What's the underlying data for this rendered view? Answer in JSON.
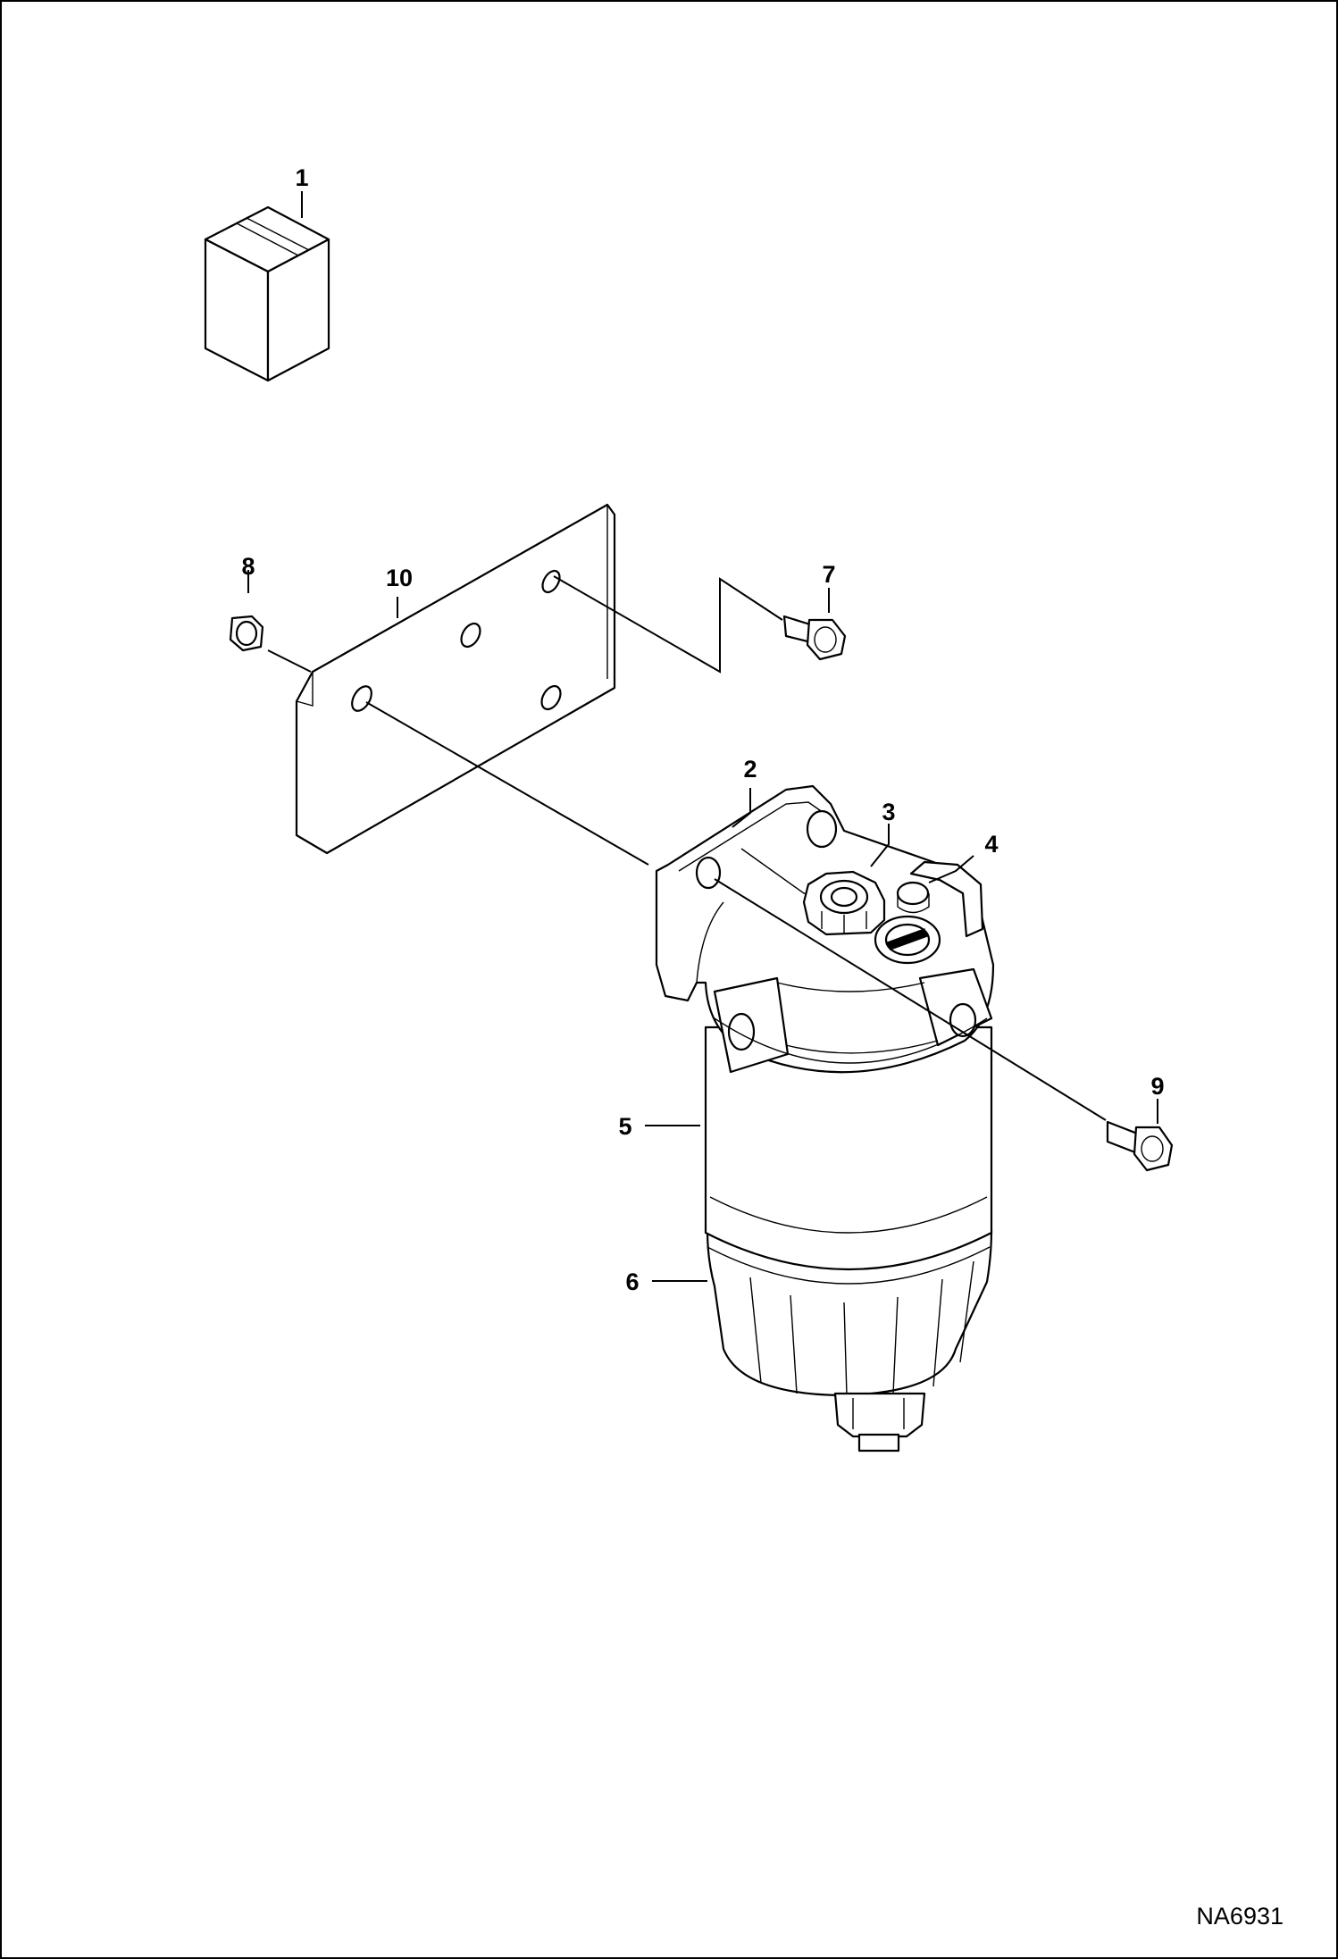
{
  "diagram": {
    "figure_id": "NA6931",
    "callouts": [
      {
        "id": "1",
        "label": "1"
      },
      {
        "id": "2",
        "label": "2"
      },
      {
        "id": "3",
        "label": "3"
      },
      {
        "id": "4",
        "label": "4"
      },
      {
        "id": "5",
        "label": "5"
      },
      {
        "id": "6",
        "label": "6"
      },
      {
        "id": "7",
        "label": "7"
      },
      {
        "id": "8",
        "label": "8"
      },
      {
        "id": "9",
        "label": "9"
      },
      {
        "id": "10",
        "label": "10"
      }
    ]
  }
}
